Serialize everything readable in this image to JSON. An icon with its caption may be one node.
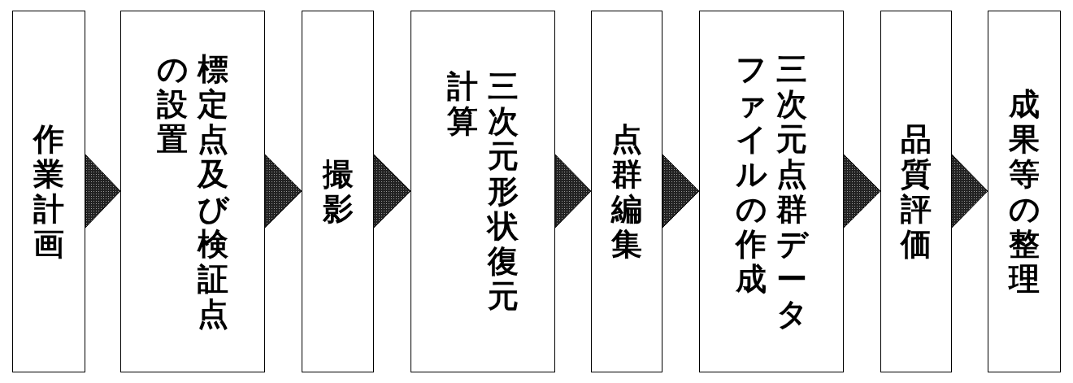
{
  "diagram": {
    "nodes": [
      {
        "text": [
          "作業計画"
        ]
      },
      {
        "text": [
          "標定点及び検証点の設置"
        ]
      },
      {
        "text": [
          "撮影"
        ]
      },
      {
        "text": [
          "三次元形状復元計算"
        ]
      },
      {
        "text": [
          "点群編集"
        ]
      },
      {
        "text": [
          "三次元点群データファイルの作成"
        ]
      },
      {
        "text": [
          "品質評価"
        ]
      },
      {
        "text": [
          "成果等の整理"
        ]
      }
    ],
    "edges": [
      {
        "from": 0,
        "to": 1,
        "arrow": "to"
      },
      {
        "from": 1,
        "to": 2,
        "arrow": "to"
      },
      {
        "from": 2,
        "to": 3,
        "arrow": "to"
      },
      {
        "from": 3,
        "to": 4,
        "arrow": "to"
      },
      {
        "from": 4,
        "to": 5,
        "arrow": "to"
      },
      {
        "from": 5,
        "to": 6,
        "arrow": "to"
      },
      {
        "from": 6,
        "to": 7,
        "arrow": "to"
      }
    ]
  }
}
